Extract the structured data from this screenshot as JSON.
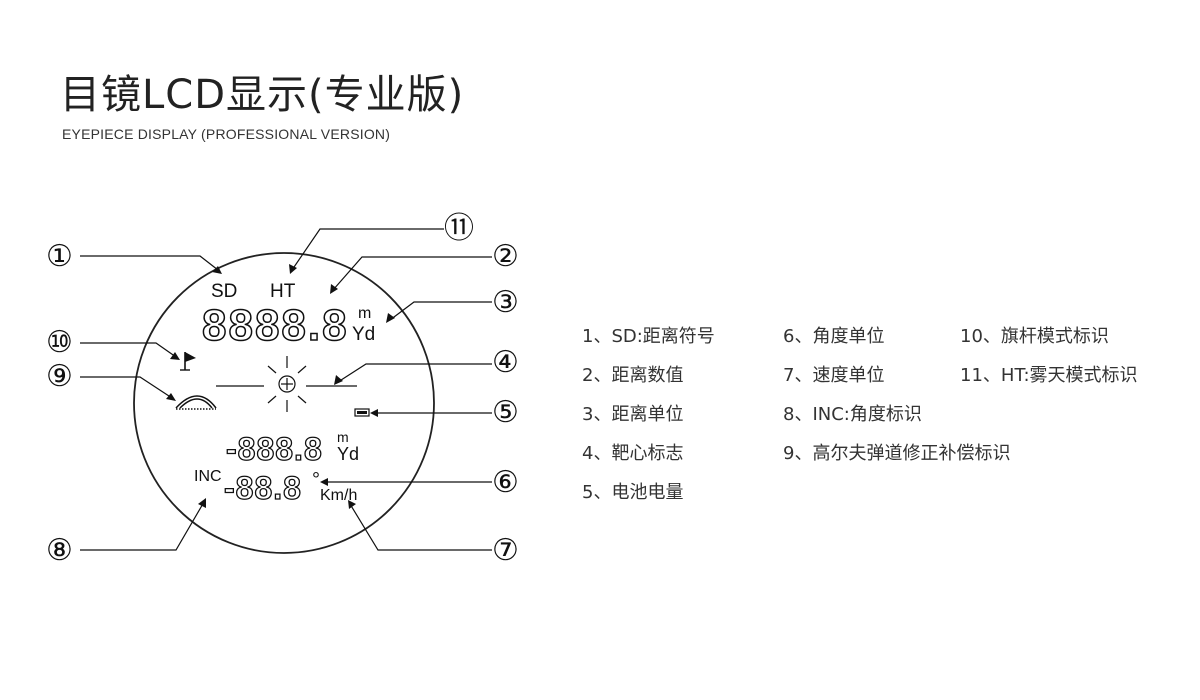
{
  "header": {
    "title": "目镜LCD显示(专业版)",
    "subtitle": "EYEPIECE DISPLAY (PROFESSIONAL VERSION)"
  },
  "display": {
    "sd": "SD",
    "ht": "HT",
    "distance_value": "8888.8",
    "unit_m": "m",
    "unit_yd": "Yd",
    "second_value": "-888.8",
    "second_unit_m": "m",
    "second_unit_yd": "Yd",
    "inc": "INC",
    "angle_value": "-88.8",
    "degree": "°",
    "speed_unit": "Km/h"
  },
  "callouts": [
    "①",
    "②",
    "③",
    "④",
    "⑤",
    "⑥",
    "⑦",
    "⑧",
    "⑨",
    "⑩",
    "⑪"
  ],
  "legend": [
    "1、SD:距离符号",
    "2、距离数值",
    "3、距离单位",
    "4、靶心标志",
    "5、电池电量",
    "6、角度单位",
    "7、速度单位",
    "8、INC:角度标识",
    "9、高尔夫弹道修正补偿标识",
    "10、旗杆模式标识",
    "11、HT:雾天模式标识"
  ]
}
